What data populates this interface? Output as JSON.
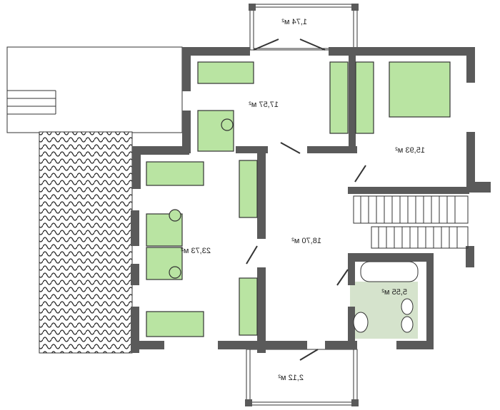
{
  "rooms": [
    {
      "name": "top-balcony",
      "area": "1,74 м²"
    },
    {
      "name": "bedroom-upper-left",
      "area": "17,57 м²"
    },
    {
      "name": "bedroom-right",
      "area": "15,93 м²"
    },
    {
      "name": "hall",
      "area": "18,70 м²"
    },
    {
      "name": "bedroom-left",
      "area": "23,73 м²"
    },
    {
      "name": "bathroom",
      "area": "5,55 м²"
    },
    {
      "name": "bottom-balcony",
      "area": "2,12 м²"
    }
  ],
  "colors": {
    "wall": "#5a5a5a",
    "furniture": "#b9e4a2",
    "bathroom": "#d5e3cc"
  }
}
